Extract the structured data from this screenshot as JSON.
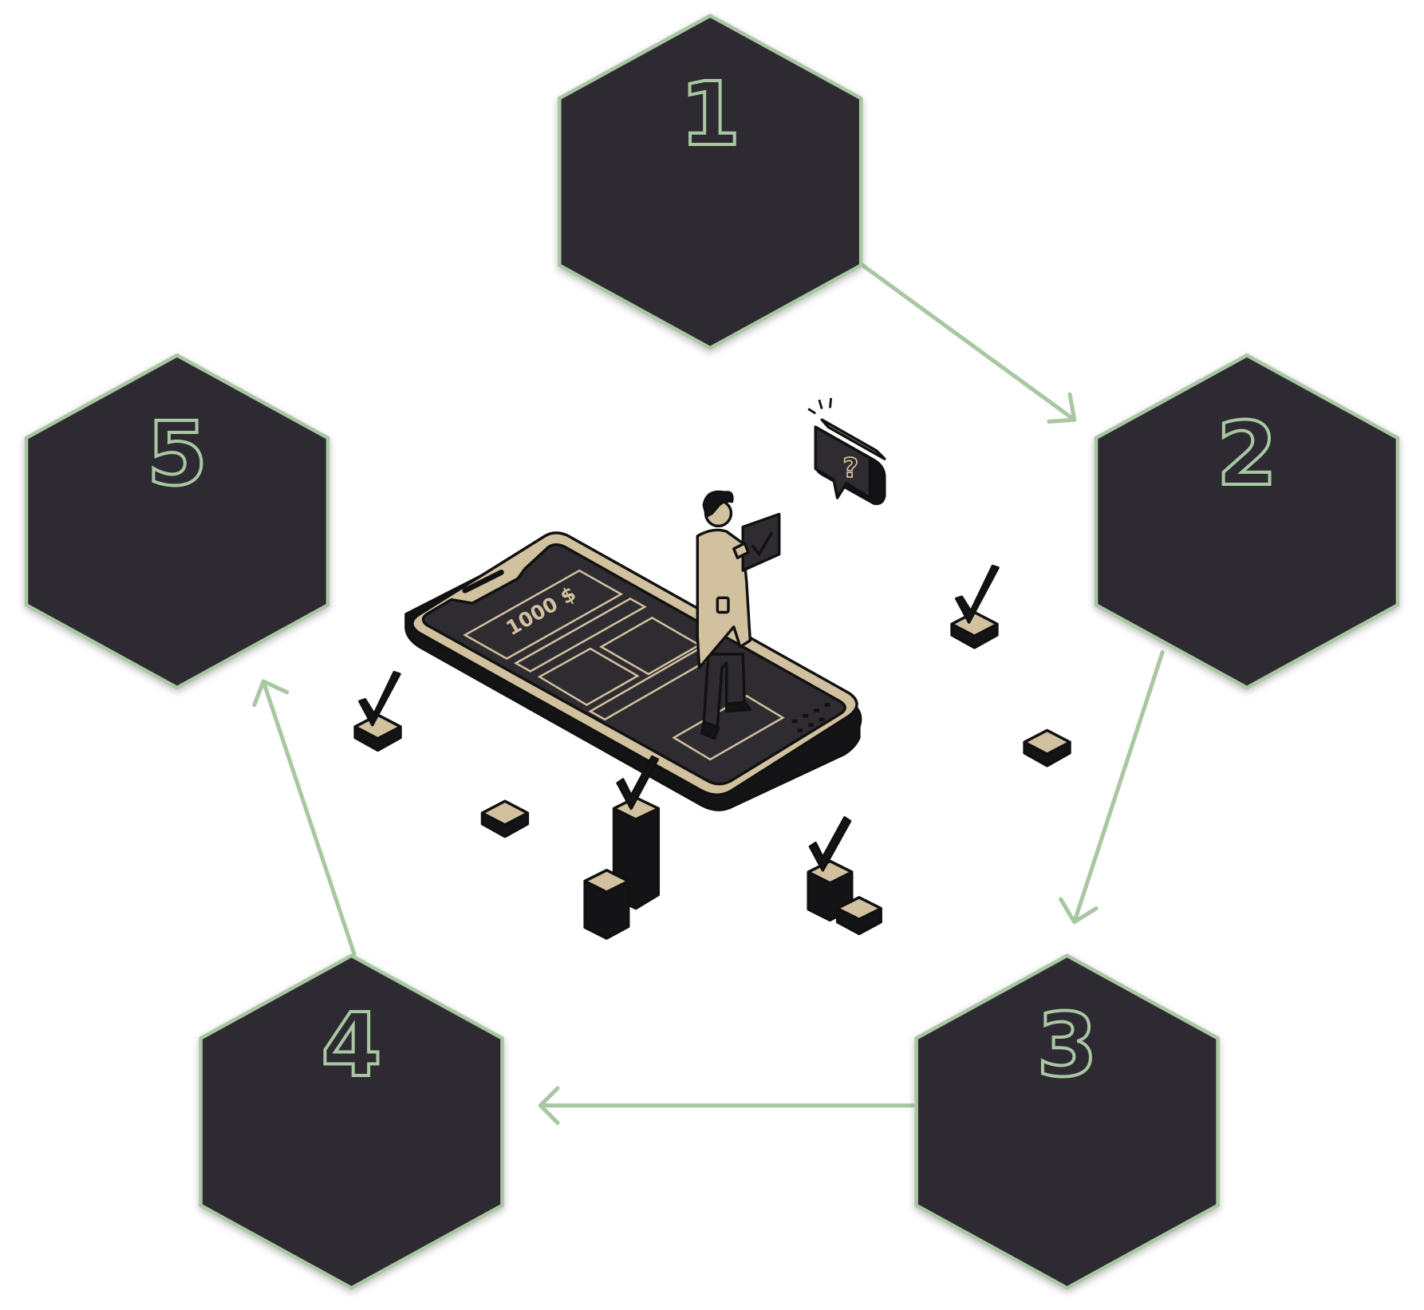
{
  "steps": [
    {
      "number": "1"
    },
    {
      "number": "2"
    },
    {
      "number": "3"
    },
    {
      "number": "4"
    },
    {
      "number": "5"
    }
  ],
  "illustration": {
    "phone_amount": "1000 $"
  },
  "colors": {
    "hex_fill": "#2e2b31",
    "hex_stroke": "#a9c7a3",
    "accent_tan": "#d2c19f",
    "ink": "#141315"
  }
}
